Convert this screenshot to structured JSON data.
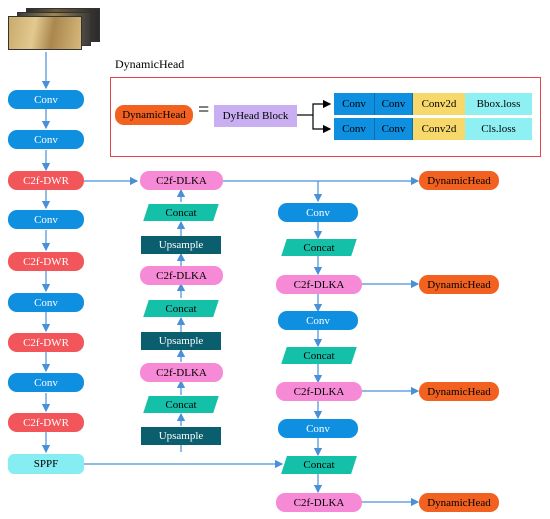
{
  "legend": {
    "title": "DynamicHead",
    "dynamichead": "DynamicHead",
    "equals": "=",
    "dyhead_block": "DyHead Block",
    "rows": [
      {
        "conv1": "Conv",
        "conv2": "Conv",
        "conv2d": "Conv2d",
        "loss": "Bbox.loss"
      },
      {
        "conv1": "Conv",
        "conv2": "Conv",
        "conv2d": "Conv2d",
        "loss": "Cls.loss"
      }
    ]
  },
  "backbone": [
    "Conv",
    "Conv",
    "C2f-DWR",
    "Conv",
    "C2f-DWR",
    "Conv",
    "C2f-DWR",
    "Conv",
    "C2f-DWR",
    "SPPF"
  ],
  "neck": {
    "up_path": [
      "C2f-DLKA",
      "Concat",
      "Upsample",
      "C2f-DLKA",
      "Concat",
      "Upsample",
      "C2f-DLKA",
      "Concat",
      "Upsample"
    ],
    "down_path": [
      "Conv",
      "Concat",
      "C2f-DLKA",
      "Conv",
      "Concat",
      "C2f-DLKA",
      "Conv",
      "Concat",
      "C2f-DLKA"
    ]
  },
  "heads": [
    "DynamicHead",
    "DynamicHead",
    "DynamicHead",
    "DynamicHead"
  ],
  "colors": {
    "conv": "#0e8fe0",
    "c2f_dwr": "#f2565a",
    "c2f_dlka": "#f78ad6",
    "concat": "#14c0a8",
    "upsample": "#0b5e6e",
    "sppf": "#86eef2",
    "dynamichead": "#f2611f",
    "dyhead_block": "#c9aef2",
    "conv2d": "#f7d86a",
    "loss": "#8ff0f4",
    "legend_border": "#e8434b",
    "arrow": "#4a90d9"
  }
}
